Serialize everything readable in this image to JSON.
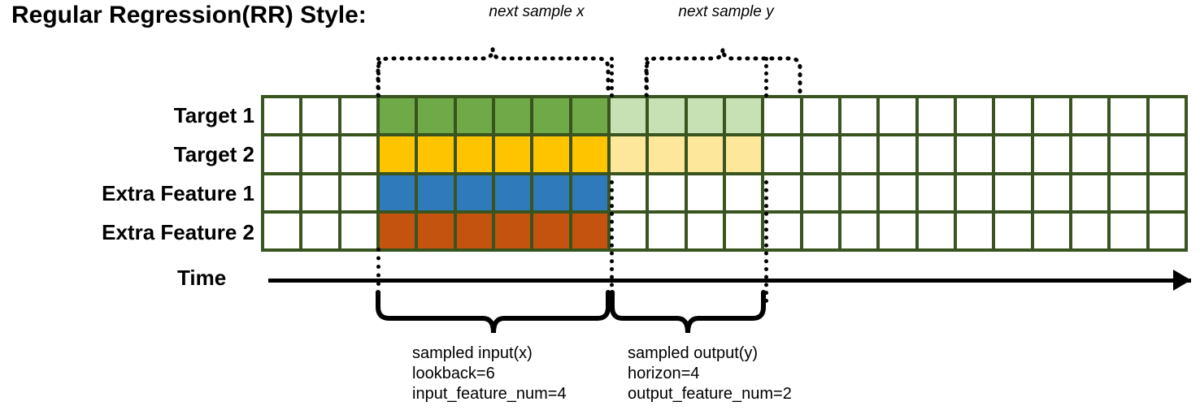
{
  "title": "Regular Regression(RR) Style:",
  "top_annotations": {
    "next_sample_x": "next sample x",
    "next_sample_y": "next sample y"
  },
  "row_labels": [
    "Target 1",
    "Target 2",
    "Extra Feature 1",
    "Extra Feature 2"
  ],
  "time_axis": {
    "label": "Time"
  },
  "colors": {
    "grid_line": "#3A5420",
    "target1": "#70A947",
    "target2": "#FFC400",
    "extra1": "#2E7ABA",
    "extra2": "#C4530F",
    "target1_faded": "#C7E0B4",
    "target2_faded": "#FDE79A",
    "empty": "#FFFFFF",
    "ink": "#000000"
  },
  "grid": {
    "columns": 24,
    "rows": 4,
    "input_start_col": 3,
    "input_end_col": 9,
    "output_start_col": 9,
    "output_end_col": 13,
    "row_fill": [
      [
        "empty",
        "empty",
        "empty",
        "target1",
        "target1",
        "target1",
        "target1",
        "target1",
        "target1",
        "target1_faded",
        "target1_faded",
        "target1_faded",
        "target1_faded",
        "empty",
        "empty",
        "empty",
        "empty",
        "empty",
        "empty",
        "empty",
        "empty",
        "empty",
        "empty",
        "empty"
      ],
      [
        "empty",
        "empty",
        "empty",
        "target2",
        "target2",
        "target2",
        "target2",
        "target2",
        "target2",
        "target2_faded",
        "target2_faded",
        "target2_faded",
        "target2_faded",
        "empty",
        "empty",
        "empty",
        "empty",
        "empty",
        "empty",
        "empty",
        "empty",
        "empty",
        "empty",
        "empty"
      ],
      [
        "empty",
        "empty",
        "empty",
        "extra1",
        "extra1",
        "extra1",
        "extra1",
        "extra1",
        "extra1",
        "empty",
        "empty",
        "empty",
        "empty",
        "empty",
        "empty",
        "empty",
        "empty",
        "empty",
        "empty",
        "empty",
        "empty",
        "empty",
        "empty",
        "empty"
      ],
      [
        "empty",
        "empty",
        "empty",
        "extra2",
        "extra2",
        "extra2",
        "extra2",
        "extra2",
        "extra2",
        "empty",
        "empty",
        "empty",
        "empty",
        "empty",
        "empty",
        "empty",
        "empty",
        "empty",
        "empty",
        "empty",
        "empty",
        "empty",
        "empty",
        "empty"
      ]
    ]
  },
  "bottom_annotations": {
    "input": "sampled input(x)\nlookback=6\ninput_feature_num=4",
    "output": "sampled output(y)\nhorizon=4\noutput_feature_num=2"
  }
}
